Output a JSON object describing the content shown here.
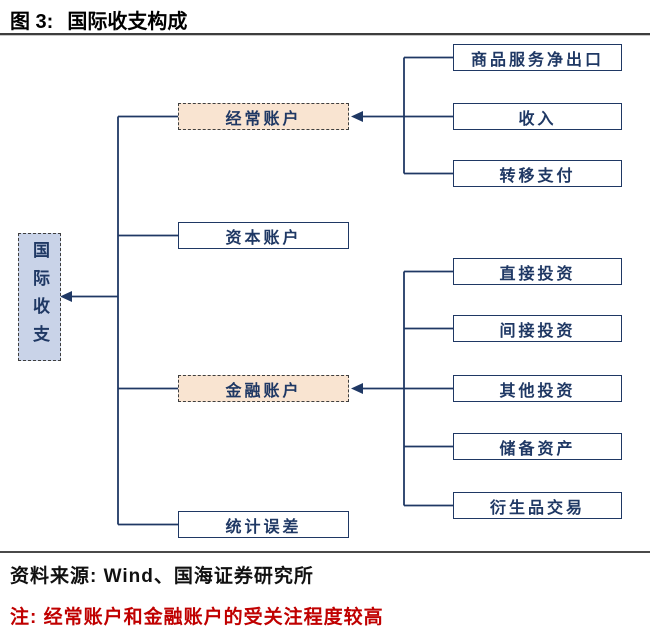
{
  "header": {
    "figure_label": "图 3:",
    "title": "国际收支构成"
  },
  "diagram": {
    "root": {
      "label": "国际收支"
    },
    "level1": [
      {
        "label": "经常账户",
        "style": "highlighted-dashed"
      },
      {
        "label": "资本账户",
        "style": "plain"
      },
      {
        "label": "金融账户",
        "style": "highlighted-dashed"
      },
      {
        "label": "统计误差",
        "style": "plain"
      }
    ],
    "current_account_children": [
      "商品服务净出口",
      "收入",
      "转移支付"
    ],
    "financial_account_children": [
      "直接投资",
      "间接投资",
      "其他投资",
      "储备资产",
      "衍生品交易"
    ]
  },
  "footer": {
    "source": "资料来源: Wind、国海证券研究所",
    "note": "注: 经常账户和金融账户的受关注程度较高"
  },
  "colors": {
    "line_navy": "#1F3864",
    "node_text": "#1F3864",
    "root_fill": "#C9D3E8",
    "highlight_fill": "#F9E4D1",
    "plain_fill": "#FFFFFF",
    "dashed_border": "#3F3F3F",
    "title_text": "#000000",
    "note_red": "#C00000",
    "rule_gray": "#3D3D3D"
  }
}
